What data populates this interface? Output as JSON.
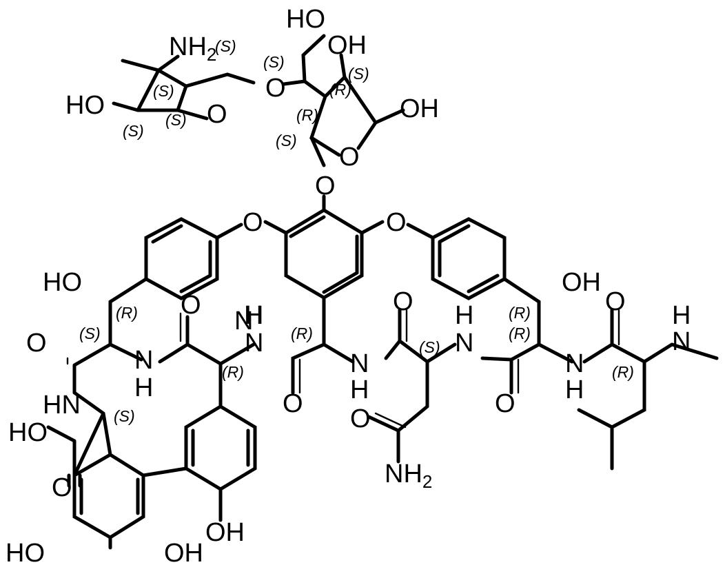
{
  "atoms": {
    "nh2_sugar": "NH",
    "nh2_sugar_sub": "2",
    "ho_sugar": "HO",
    "o_ring_sugar1": "O",
    "o_glyc": "O",
    "ho_top": "HO",
    "oh_top": "OH",
    "oh_ch2": "OH",
    "o_ring_sugar2": "O",
    "o_aryl_glyc": "O",
    "o_ether_left": "O",
    "o_ether_right": "O",
    "ho_left_benzyl": "HO",
    "oh_right_benzyl": "OH",
    "o_urea": "O",
    "o_amide1": "O",
    "nh_left_top": "N",
    "nh_left_h": "H",
    "nh_left2": "N",
    "nh_left2_h": "H",
    "nh_mid1_n": "N",
    "nh_mid1_h": "H",
    "o_mid_amide1": "O",
    "nh_mid2_n": "N",
    "nh_mid2_h": "H",
    "o_mid_amide2": "O",
    "nh_mid3_n": "N",
    "nh_mid3_h": "H",
    "o_mid_amide3": "O",
    "nh_right_n": "N",
    "nh_right_h": "H",
    "o_right": "O",
    "nh_methyl_n": "N",
    "nh_methyl_h": "H",
    "o_asn": "O",
    "nh2_asn": "NH",
    "nh2_asn_sub": "2",
    "hn_lower": "HN",
    "ho_acid": "HO",
    "o_acid": "O",
    "oh_phenol": "OH",
    "ho_bottom_left": "HO",
    "oh_bottom_right": "OH"
  },
  "stereo": {
    "s1": "(S)",
    "s2": "(S)",
    "s3": "(S)",
    "s4": "(S)",
    "s5": "(S)",
    "s6": "(S)",
    "r1": "(R)",
    "r2": "(R)",
    "s7": "(S)",
    "r3": "(R)",
    "s8": "(S)",
    "r4": "(R)",
    "r5": "(R)",
    "s9": "(S)",
    "r6": "(R)",
    "r7": "(R)",
    "r8": "(R)",
    "s10": "(S)"
  }
}
